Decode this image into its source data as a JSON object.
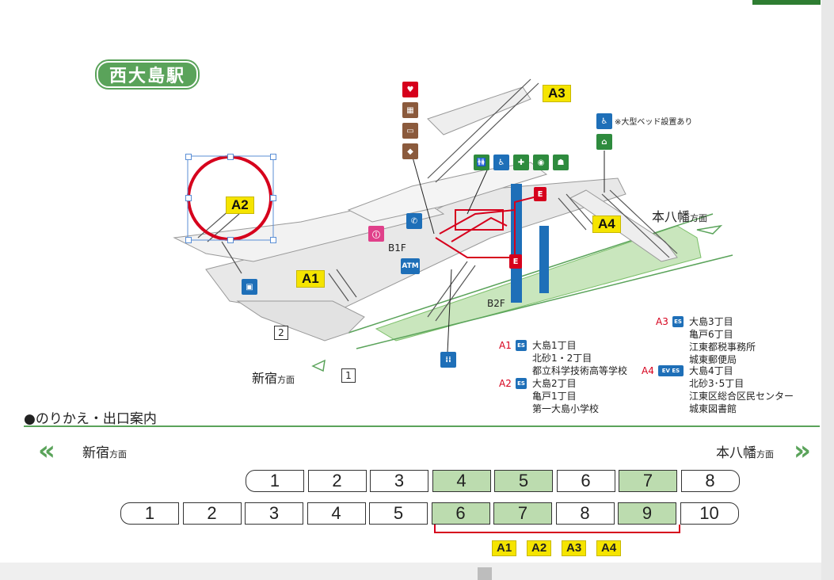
{
  "station": {
    "name": "西大島駅"
  },
  "exits_on_map": {
    "A1": "A1",
    "A2": "A2",
    "A3": "A3",
    "A4": "A4"
  },
  "floors": {
    "b1": "B1F",
    "b2": "B2F"
  },
  "platform_numbers": {
    "p1": "1",
    "p2": "2"
  },
  "directions": {
    "west": {
      "name": "新宿",
      "suffix": "方面"
    },
    "east": {
      "name": "本八幡",
      "suffix": "方面"
    }
  },
  "facility_note": "※大型ベッド設置あり",
  "atm_label": "ATM",
  "exit_info": [
    {
      "code": "A1",
      "access": "ES",
      "lines": [
        "大島1丁目",
        "北砂1・2丁目",
        "都立科学技術高等学校"
      ]
    },
    {
      "code": "A2",
      "access": "ES",
      "lines": [
        "大島2丁目",
        "亀戸1丁目",
        "第一大島小学校"
      ]
    },
    {
      "code": "A3",
      "access": "ES",
      "lines": [
        "大島3丁目",
        "亀戸6丁目",
        "江東都税事務所",
        "城東郵便局"
      ]
    },
    {
      "code": "A4",
      "access": "EV ES",
      "lines": [
        "大島4丁目",
        "北砂3･5丁目",
        "江東区総合区民センター",
        "城東図書館"
      ]
    }
  ],
  "transfer": {
    "title": "●のりかえ・出口案内"
  },
  "train_8": [
    "1",
    "2",
    "3",
    "4",
    "5",
    "6",
    "7",
    "8"
  ],
  "train_10": [
    "1",
    "2",
    "3",
    "4",
    "5",
    "6",
    "7",
    "8",
    "9",
    "10"
  ],
  "train_8_highlight": [
    4,
    5,
    7
  ],
  "train_10_highlight": [
    6,
    7,
    9
  ],
  "car_exits": [
    "A1",
    "A2",
    "A3",
    "A4"
  ],
  "colors": {
    "green": "#5aa35a",
    "yellow": "#f5e400",
    "red": "#d6001c",
    "blue": "#1e6fb8",
    "brown": "#8b5a3c"
  }
}
